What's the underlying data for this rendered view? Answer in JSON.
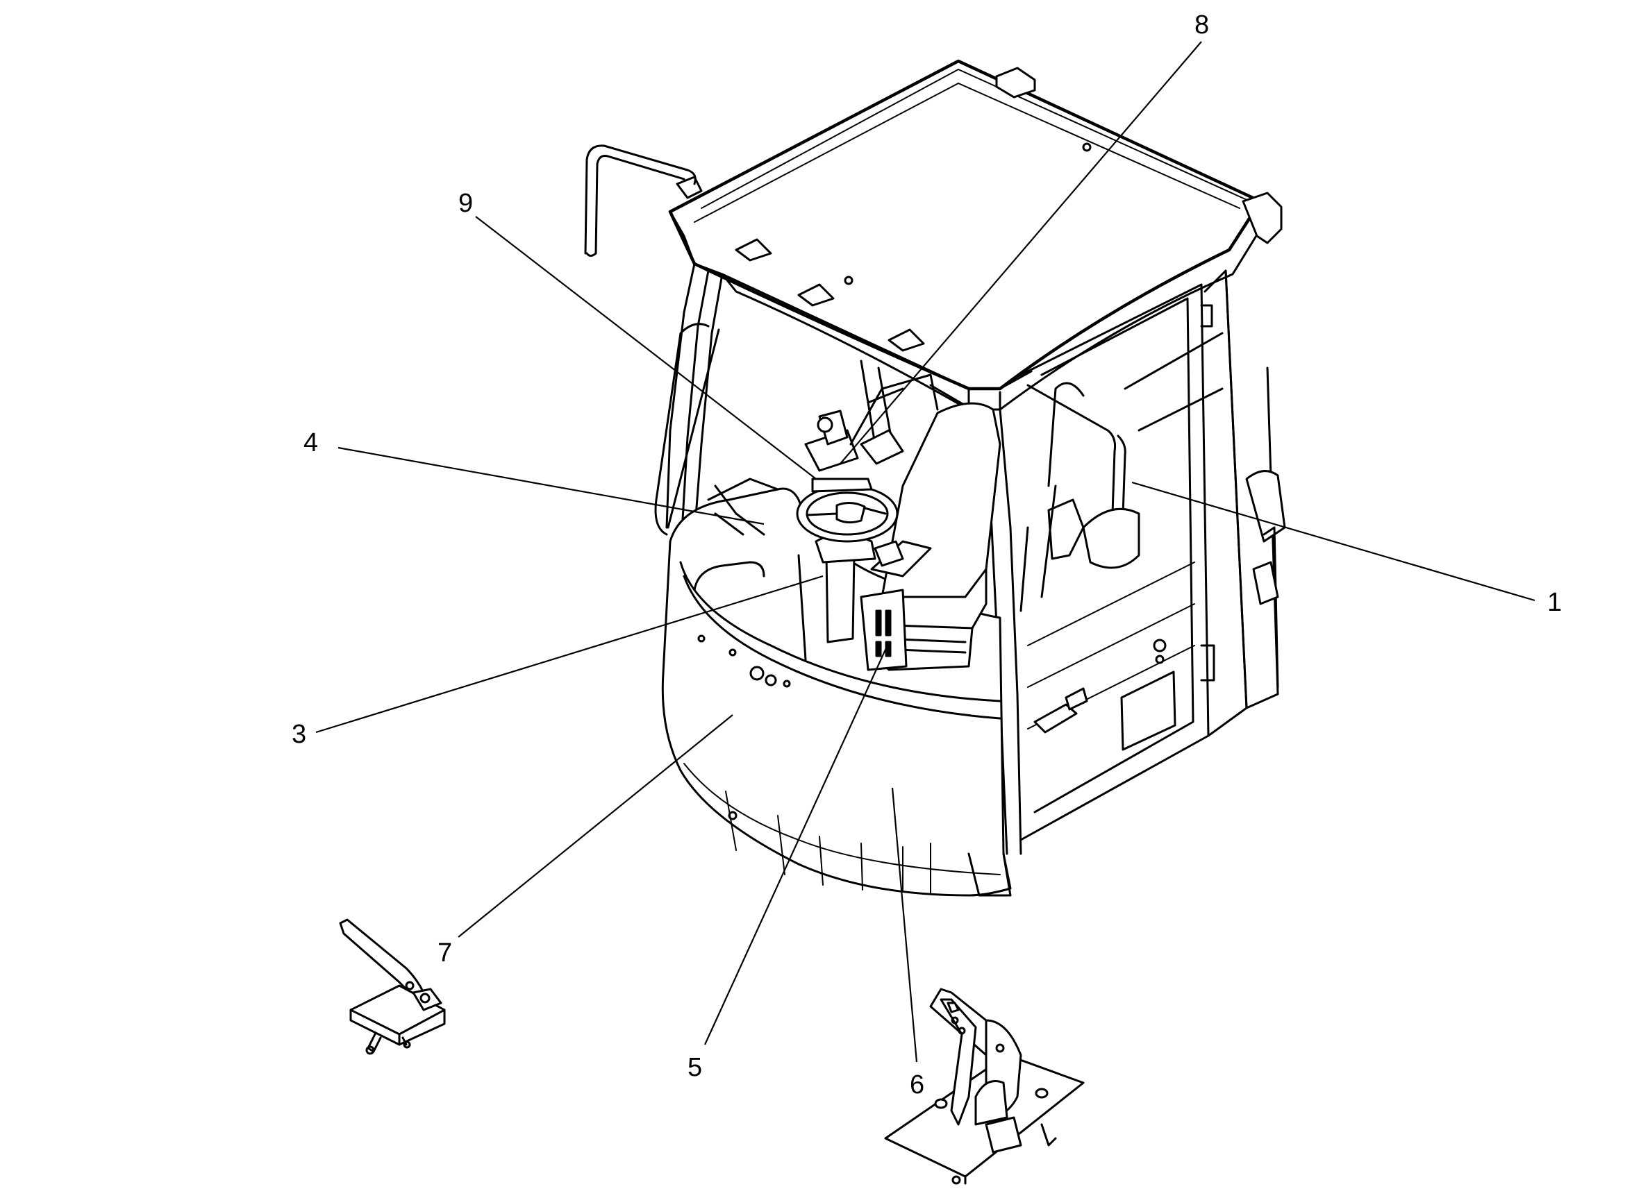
{
  "callouts": [
    {
      "number": "1"
    },
    {
      "number": "3"
    },
    {
      "number": "4"
    },
    {
      "number": "5"
    },
    {
      "number": "6"
    },
    {
      "number": "7"
    },
    {
      "number": "8"
    },
    {
      "number": "9"
    }
  ],
  "colors": {
    "line": "#000000",
    "background": "#ffffff"
  }
}
